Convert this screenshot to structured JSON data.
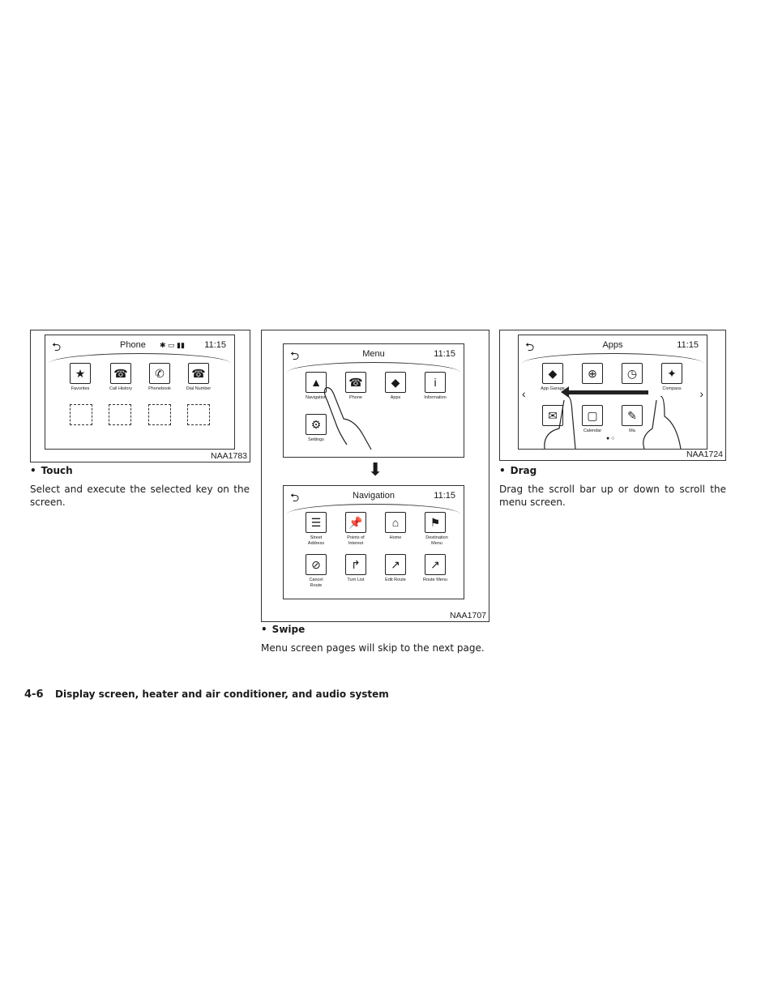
{
  "fig1": {
    "code": "NAA1783",
    "title": "Phone",
    "time": "11:15",
    "tiles": [
      "Favorites",
      "Call History",
      "Phonebook",
      "Dial Number"
    ],
    "icons": [
      "★",
      "☎",
      "✆",
      "☎"
    ]
  },
  "touch": {
    "heading": "Touch",
    "text": "Select and execute the selected key on the screen."
  },
  "fig2": {
    "code": "NAA1707",
    "menu": {
      "title": "Menu",
      "time": "11:15",
      "tiles": [
        "Navigation",
        "Phone",
        "Apps",
        "Information",
        "Settings"
      ],
      "icons": [
        "▲",
        "☎",
        "◆",
        "i",
        "⚙"
      ]
    },
    "nav": {
      "title": "Navigation",
      "time": "11:15",
      "tiles": [
        "Street Address",
        "Points of Interest",
        "Home",
        "Destination Menu",
        "Cancel Route",
        "Turn List",
        "Edit Route",
        "Route Menu"
      ],
      "icons": [
        "☰",
        "📌",
        "⌂",
        "⚑",
        "⊘",
        "↱",
        "↗",
        "↗"
      ]
    }
  },
  "swipe": {
    "heading": "Swipe",
    "text": "Menu screen pages will skip to the next page."
  },
  "fig3": {
    "code": "NAA1724",
    "title": "Apps",
    "time": "11:15",
    "tiles": [
      "App Garage",
      "",
      "",
      "Compass",
      "",
      "Calendar",
      "Ma"
    ],
    "icons": [
      "◆",
      "⊕",
      "◷",
      "✦",
      "✉",
      "▢",
      "✎"
    ]
  },
  "drag": {
    "heading": "Drag",
    "text": "Drag the scroll bar up or down to scroll the menu screen."
  },
  "footer": {
    "page": "4-6",
    "section": "Display screen, heater and air conditioner, and audio system"
  }
}
